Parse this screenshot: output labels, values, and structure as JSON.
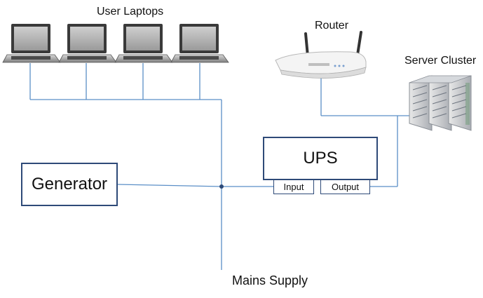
{
  "title": "User Laptops",
  "nodes": {
    "router": "Router",
    "server_cluster": "Server Cluster",
    "ups": "UPS",
    "ups_input": "Input",
    "ups_output": "Output",
    "generator": "Generator",
    "mains": "Mains Supply"
  },
  "laptop_count": 4,
  "server_unit_count": 3,
  "colors": {
    "wire": "#5b8fc7",
    "box_border": "#2e4a78",
    "junction": "#2e4a78"
  },
  "icons": [
    "laptop-icon",
    "router-icon",
    "server-rack-icon"
  ]
}
